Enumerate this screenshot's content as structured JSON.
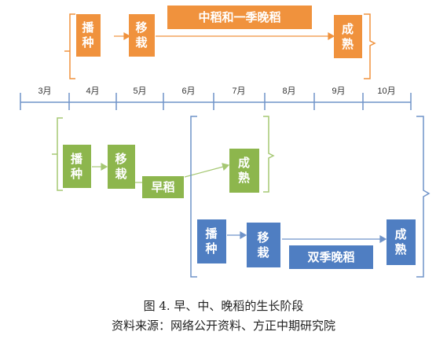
{
  "diagram": {
    "months": [
      "3月",
      "4月",
      "5月",
      "6月",
      "7月",
      "8月",
      "9月",
      "10月"
    ],
    "middle_rice": {
      "sowing": "播\n种",
      "transplant": "移\n栽",
      "stage": "中稻和一季晚稻",
      "harvest": "成\n熟"
    },
    "early_rice": {
      "sowing": "播\n种",
      "transplant": "移\n栽",
      "stage": "早稻",
      "harvest": "成\n熟"
    },
    "double_late_rice": {
      "sowing": "播\n种",
      "transplant": "移\n栽",
      "stage": "双季晚稻",
      "harvest": "成\n熟"
    }
  },
  "caption": {
    "title": "图 4. 早、中、晚稻的生长阶段",
    "source": "资料来源：网络公开资料、方正中期研究院"
  },
  "colors": {
    "orange": "#f0923d",
    "green": "#8db64d",
    "blue": "#4f7ec2",
    "axis": "#6f93c9"
  }
}
